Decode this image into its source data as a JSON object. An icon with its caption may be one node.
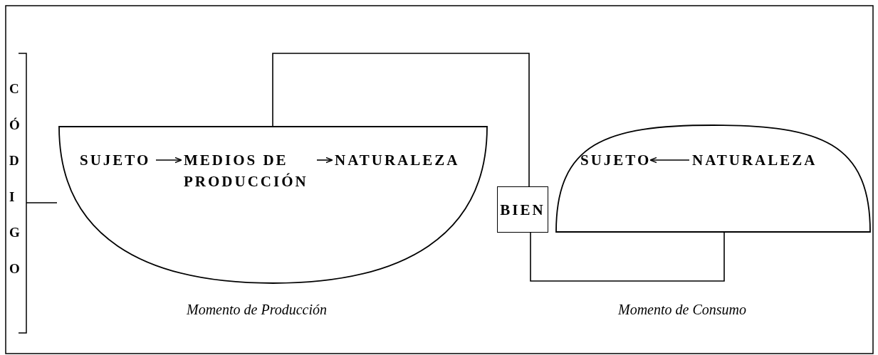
{
  "diagram": {
    "nodes": [
      {
        "text": [],
        "shape": "bowl"
      },
      {
        "text": [
          "SUJETO"
        ],
        "in": 0
      },
      {
        "text": [
          "MEDIOS DE PRODUCCIÓN"
        ],
        "in": 0
      },
      {
        "text": [
          "NATURALEZA"
        ],
        "in": 0
      },
      {
        "text": [
          "BIEN"
        ]
      },
      {
        "text": [],
        "shape": "dome"
      },
      {
        "text": [
          "SUJETO"
        ],
        "in": 5
      },
      {
        "text": [
          "NATURALEZA"
        ],
        "in": 5
      }
    ],
    "edges": [
      {
        "from": 1,
        "to": 2,
        "arrow": "to"
      },
      {
        "from": 2,
        "to": 3,
        "arrow": "to"
      },
      {
        "from": 7,
        "to": 6,
        "arrow": "to"
      },
      {
        "from": 0,
        "to": 4,
        "arrow": "none"
      },
      {
        "from": 4,
        "to": 5,
        "arrow": "none"
      }
    ],
    "labels": [
      "CÓDIGO",
      "Momento de Producción",
      "Momento de Consumo"
    ]
  }
}
